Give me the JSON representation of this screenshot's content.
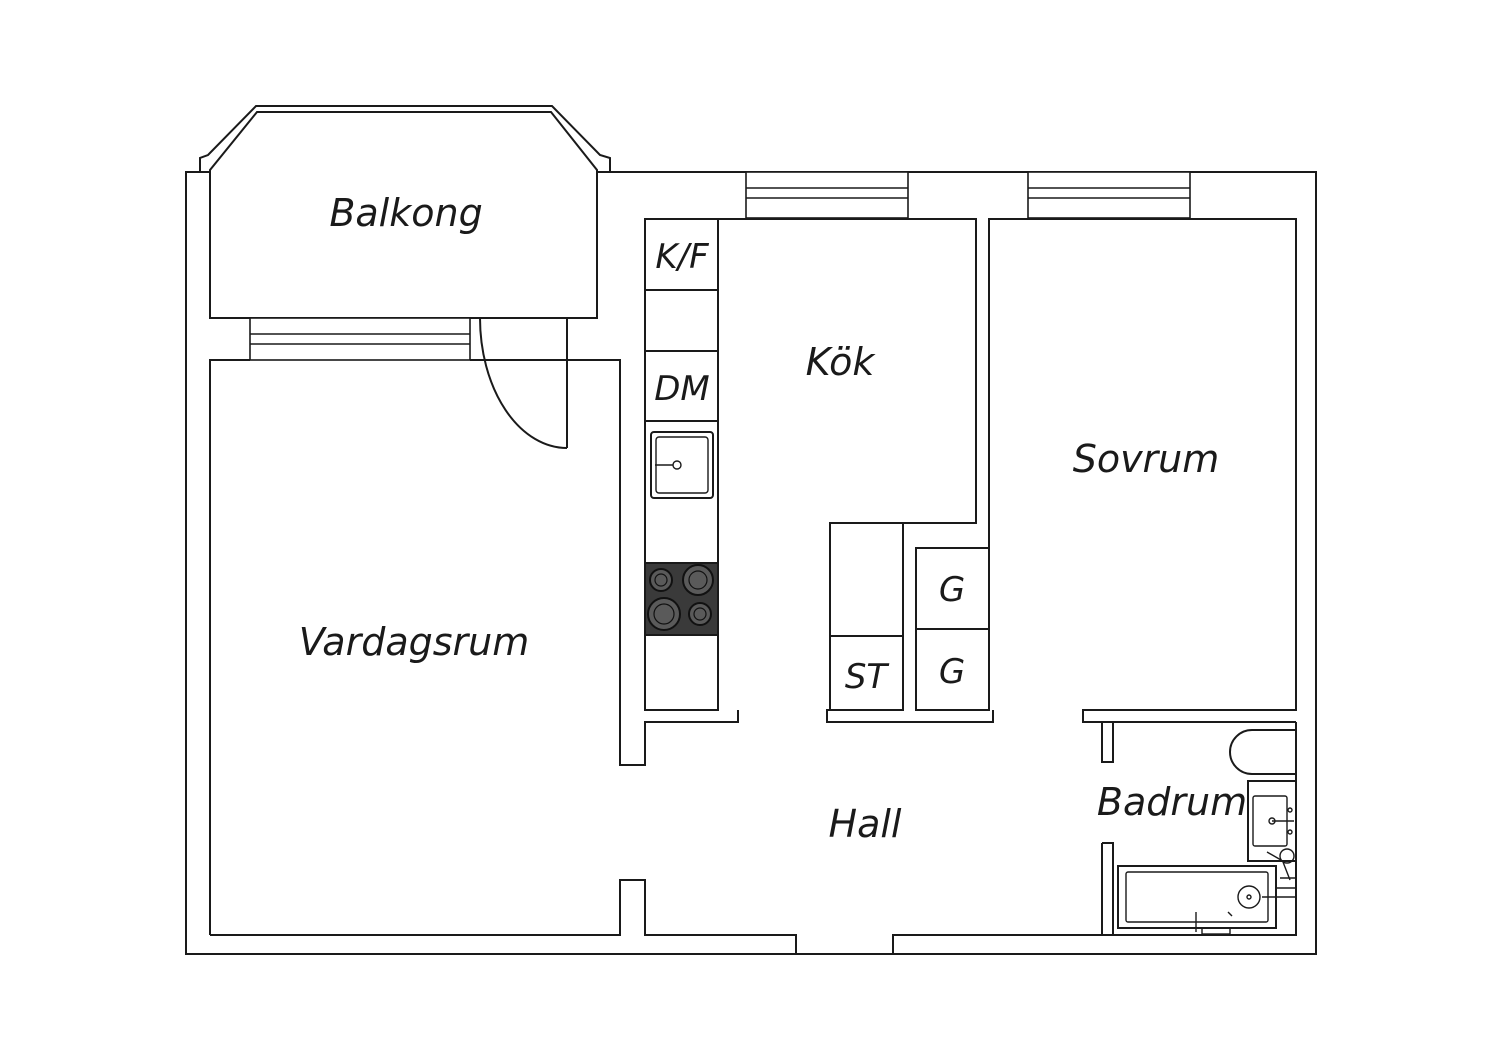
{
  "rooms": {
    "balcony": "Balkong",
    "kitchen": "Kök",
    "bedroom": "Sovrum",
    "living": "Vardagsrum",
    "hall": "Hall",
    "bathroom": "Badrum"
  },
  "fixtures": {
    "fridge_freezer": "K/F",
    "dishwasher": "DM",
    "storage": "ST",
    "wardrobe_upper": "G",
    "wardrobe_lower": "G"
  },
  "colors": {
    "line": "#1a1a1a",
    "stove": "#3a3a3a",
    "background": "#ffffff"
  }
}
